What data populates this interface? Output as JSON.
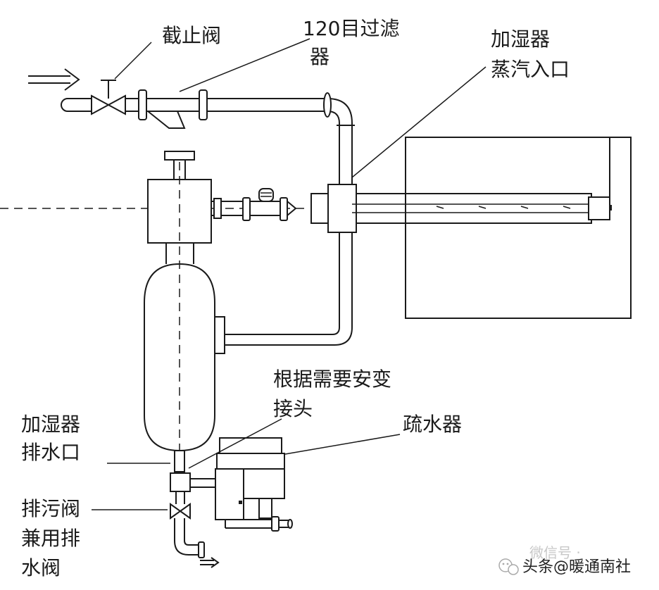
{
  "labels": {
    "shutoff_valve": "截止阀",
    "filter_line1": "120目过滤",
    "filter_line2": "器",
    "inlet_line1": "加湿器",
    "inlet_line2": "蒸汽入口",
    "adapter_line1": "根据需要安变",
    "adapter_line2": "接头",
    "drain_outlet_line1": "加湿器",
    "drain_outlet_line2": "排水口",
    "trap": "疏水器",
    "blowdown_line1": "排污阀",
    "blowdown_line2": "兼用排",
    "blowdown_line3": "水阀"
  },
  "watermark": {
    "text": "头条@暖通南社",
    "faint_text": "微信号 ·"
  },
  "icons": {
    "watermark_logo": "wechat-logo-icon"
  },
  "colors": {
    "line": "#1a1a1a",
    "background": "#ffffff"
  }
}
